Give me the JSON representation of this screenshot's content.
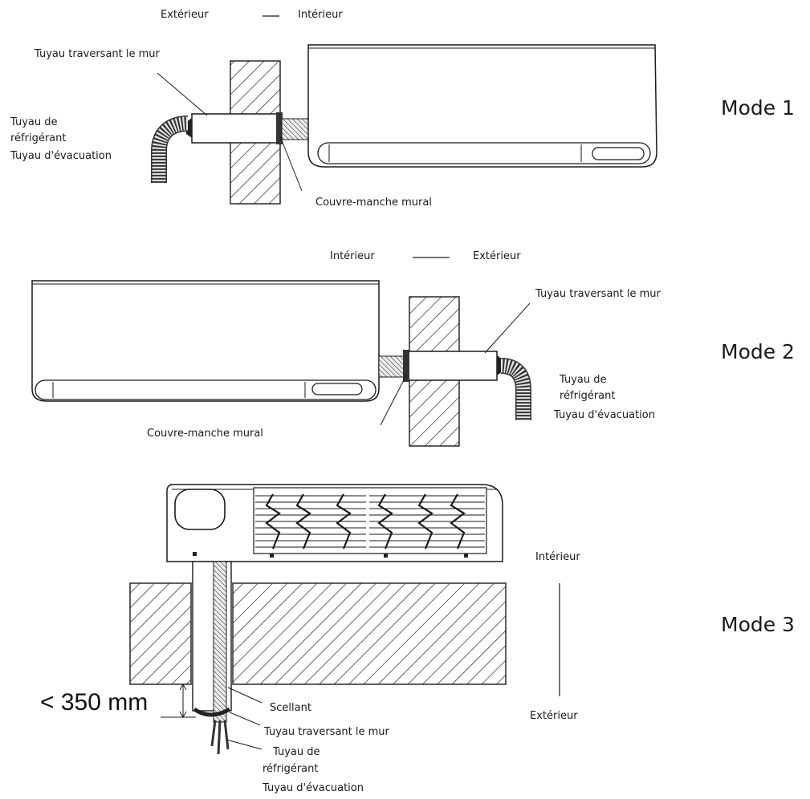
{
  "mode1": {
    "title": "Mode 1",
    "outside": "Extérieur",
    "inside": "Intérieur",
    "wall_pipe": "Tuyau traversant le mur",
    "refrigerant_line1": "Tuyau de",
    "refrigerant_line2": "réfrigérant",
    "drain": "Tuyau d'évacuation",
    "wall_sleeve": "Couvre-manche mural"
  },
  "mode2": {
    "title": "Mode 2",
    "inside": "Intérieur",
    "outside": "Extérieur",
    "wall_pipe": "Tuyau traversant le mur",
    "refrigerant_line1": "Tuyau de",
    "refrigerant_line2": "réfrigérant",
    "drain": "Tuyau d'évacuation",
    "wall_sleeve": "Couvre-manche mural"
  },
  "mode3": {
    "title": "Mode 3",
    "inside": "Intérieur",
    "outside": "Extérieur",
    "dimension": "< 350 mm",
    "sealant": "Scellant",
    "wall_pipe": "Tuyau traversant le mur",
    "refrigerant_line1": "Tuyau de",
    "refrigerant_line2": "réfrigérant",
    "drain": "Tuyau d'évacuation"
  }
}
